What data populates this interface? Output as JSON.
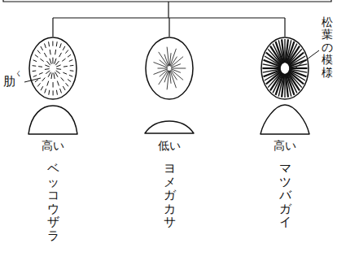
{
  "diagram": {
    "labels": [
      "高い",
      "低い",
      "高い",
      "ベッコウザラ",
      "ヨメガカサ",
      "マツバガイ",
      "肋",
      "く",
      "松葉の模様"
    ]
  }
}
